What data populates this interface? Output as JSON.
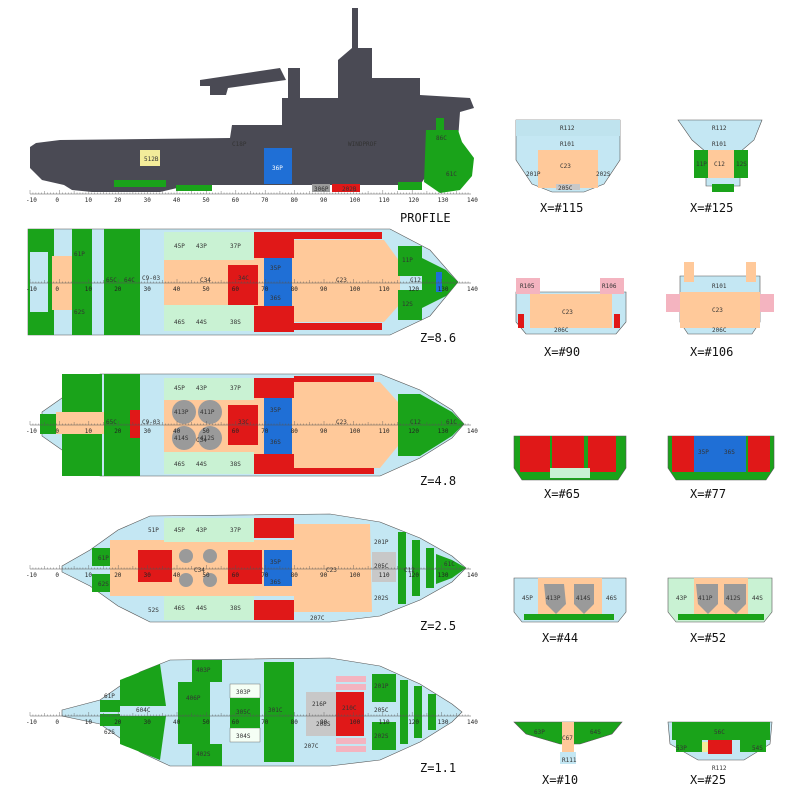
{
  "colors": {
    "hull": "#4a4a54",
    "ballast": "#1aa31a",
    "fuel": "#ffc99a",
    "hazard": "#e01818",
    "water": "#1f6fd6",
    "void": "#c4e7f3",
    "mint": "#c9f2d3",
    "pink": "#f4b4c0",
    "grey": "#9a9a9a",
    "yellow": "#f3ec9a"
  },
  "ruler_ticks": [
    "-10",
    "0",
    "10",
    "20",
    "30",
    "40",
    "50",
    "60",
    "70",
    "80",
    "90",
    "100",
    "110",
    "120",
    "130",
    "140"
  ],
  "captions": {
    "profile": "PROFILE",
    "z86": "Z=8.6",
    "z48": "Z=4.8",
    "z25": "Z=2.5",
    "z11": "Z=1.1",
    "x115": "X=#115",
    "x125": "X=#125",
    "x90": "X=#90",
    "x106": "X=#106",
    "x65": "X=#65",
    "x77": "X=#77",
    "x44": "X=#44",
    "x52": "X=#52",
    "x10": "X=#10",
    "x25": "X=#25"
  },
  "labels": {
    "profile": {
      "c18p": "C18P",
      "windprof": "WINDPROF",
      "s12b": "512B",
      "t36p": "36P",
      "t86c": "86C",
      "t61c": "61C",
      "t306": "306P",
      "t202": "202B"
    },
    "z86": {
      "c34": "C34",
      "c23": "C23",
      "c12": "C12",
      "c9": "C9-03",
      "t45p": "45P",
      "t43p": "43P",
      "t37p": "37P",
      "t46s": "46S",
      "t44s": "44S",
      "t38s": "38S",
      "t35p": "35P",
      "t36s": "36S",
      "t11p": "11P",
      "t12s": "12S",
      "t65c": "65C",
      "t64c": "64C",
      "t61p": "61P",
      "t62s": "62S",
      "t34c": "34C"
    },
    "z48": {
      "c34": "C34",
      "c23": "C23",
      "c12": "C12",
      "c9": "C9-03",
      "t413": "413P",
      "t411": "411P",
      "t414": "414S",
      "t412": "412S",
      "t35p": "35P",
      "t36s": "36S",
      "t45p": "45P",
      "t43p": "43P",
      "t37p": "37P",
      "t46s": "46S",
      "t44s": "44S",
      "t38s": "38S",
      "t61c": "61C",
      "t65c": "65C",
      "t33c": "33C"
    },
    "z25": {
      "c34": "C34",
      "c23": "C23",
      "c12": "C12",
      "t51p": "51P",
      "t52s": "52S",
      "t35p": "35P",
      "t36s": "36S",
      "t205c": "205C",
      "t201p": "201P",
      "t202s": "202S",
      "t45p": "45P",
      "t43p": "43P",
      "t37p": "37P",
      "t46s": "46S",
      "t44s": "44S",
      "t38s": "38S",
      "t61p": "61P",
      "t62s": "62S",
      "t61c": "61C",
      "t207c": "207C"
    },
    "z11": {
      "t403p": "403P",
      "t406p": "406P",
      "t303p": "303P",
      "t305c": "305C",
      "t304s": "304S",
      "t301c": "301C",
      "t402s": "402S",
      "t216p": "216P",
      "t210c": "210C",
      "t201p": "201P",
      "t202s": "202S",
      "t205c": "205C",
      "t207c": "207C",
      "t208s": "208S",
      "t61p": "61P",
      "t62s": "62S",
      "t604c": "604C"
    },
    "sec": {
      "r112": "R112",
      "r101": "R101",
      "c23": "C23",
      "c12": "C12",
      "t205c": "205C",
      "t201p": "201P",
      "t202s": "202S",
      "t11p": "11P",
      "t12s": "12S",
      "r105": "R105",
      "r106": "R106",
      "t206c": "206C",
      "t35p": "35P",
      "t36s": "36S",
      "t413": "413P",
      "t414": "414S",
      "t411": "411P",
      "t412": "412S",
      "t45p": "45P",
      "t46s": "46S",
      "t43p": "43P",
      "t44s": "44S",
      "t63p": "63P",
      "t64s": "64S",
      "c67": "C67",
      "r111": "R111",
      "t56c": "56C",
      "t53p": "53P",
      "t54s": "54S",
      "r112b": "R112"
    }
  }
}
